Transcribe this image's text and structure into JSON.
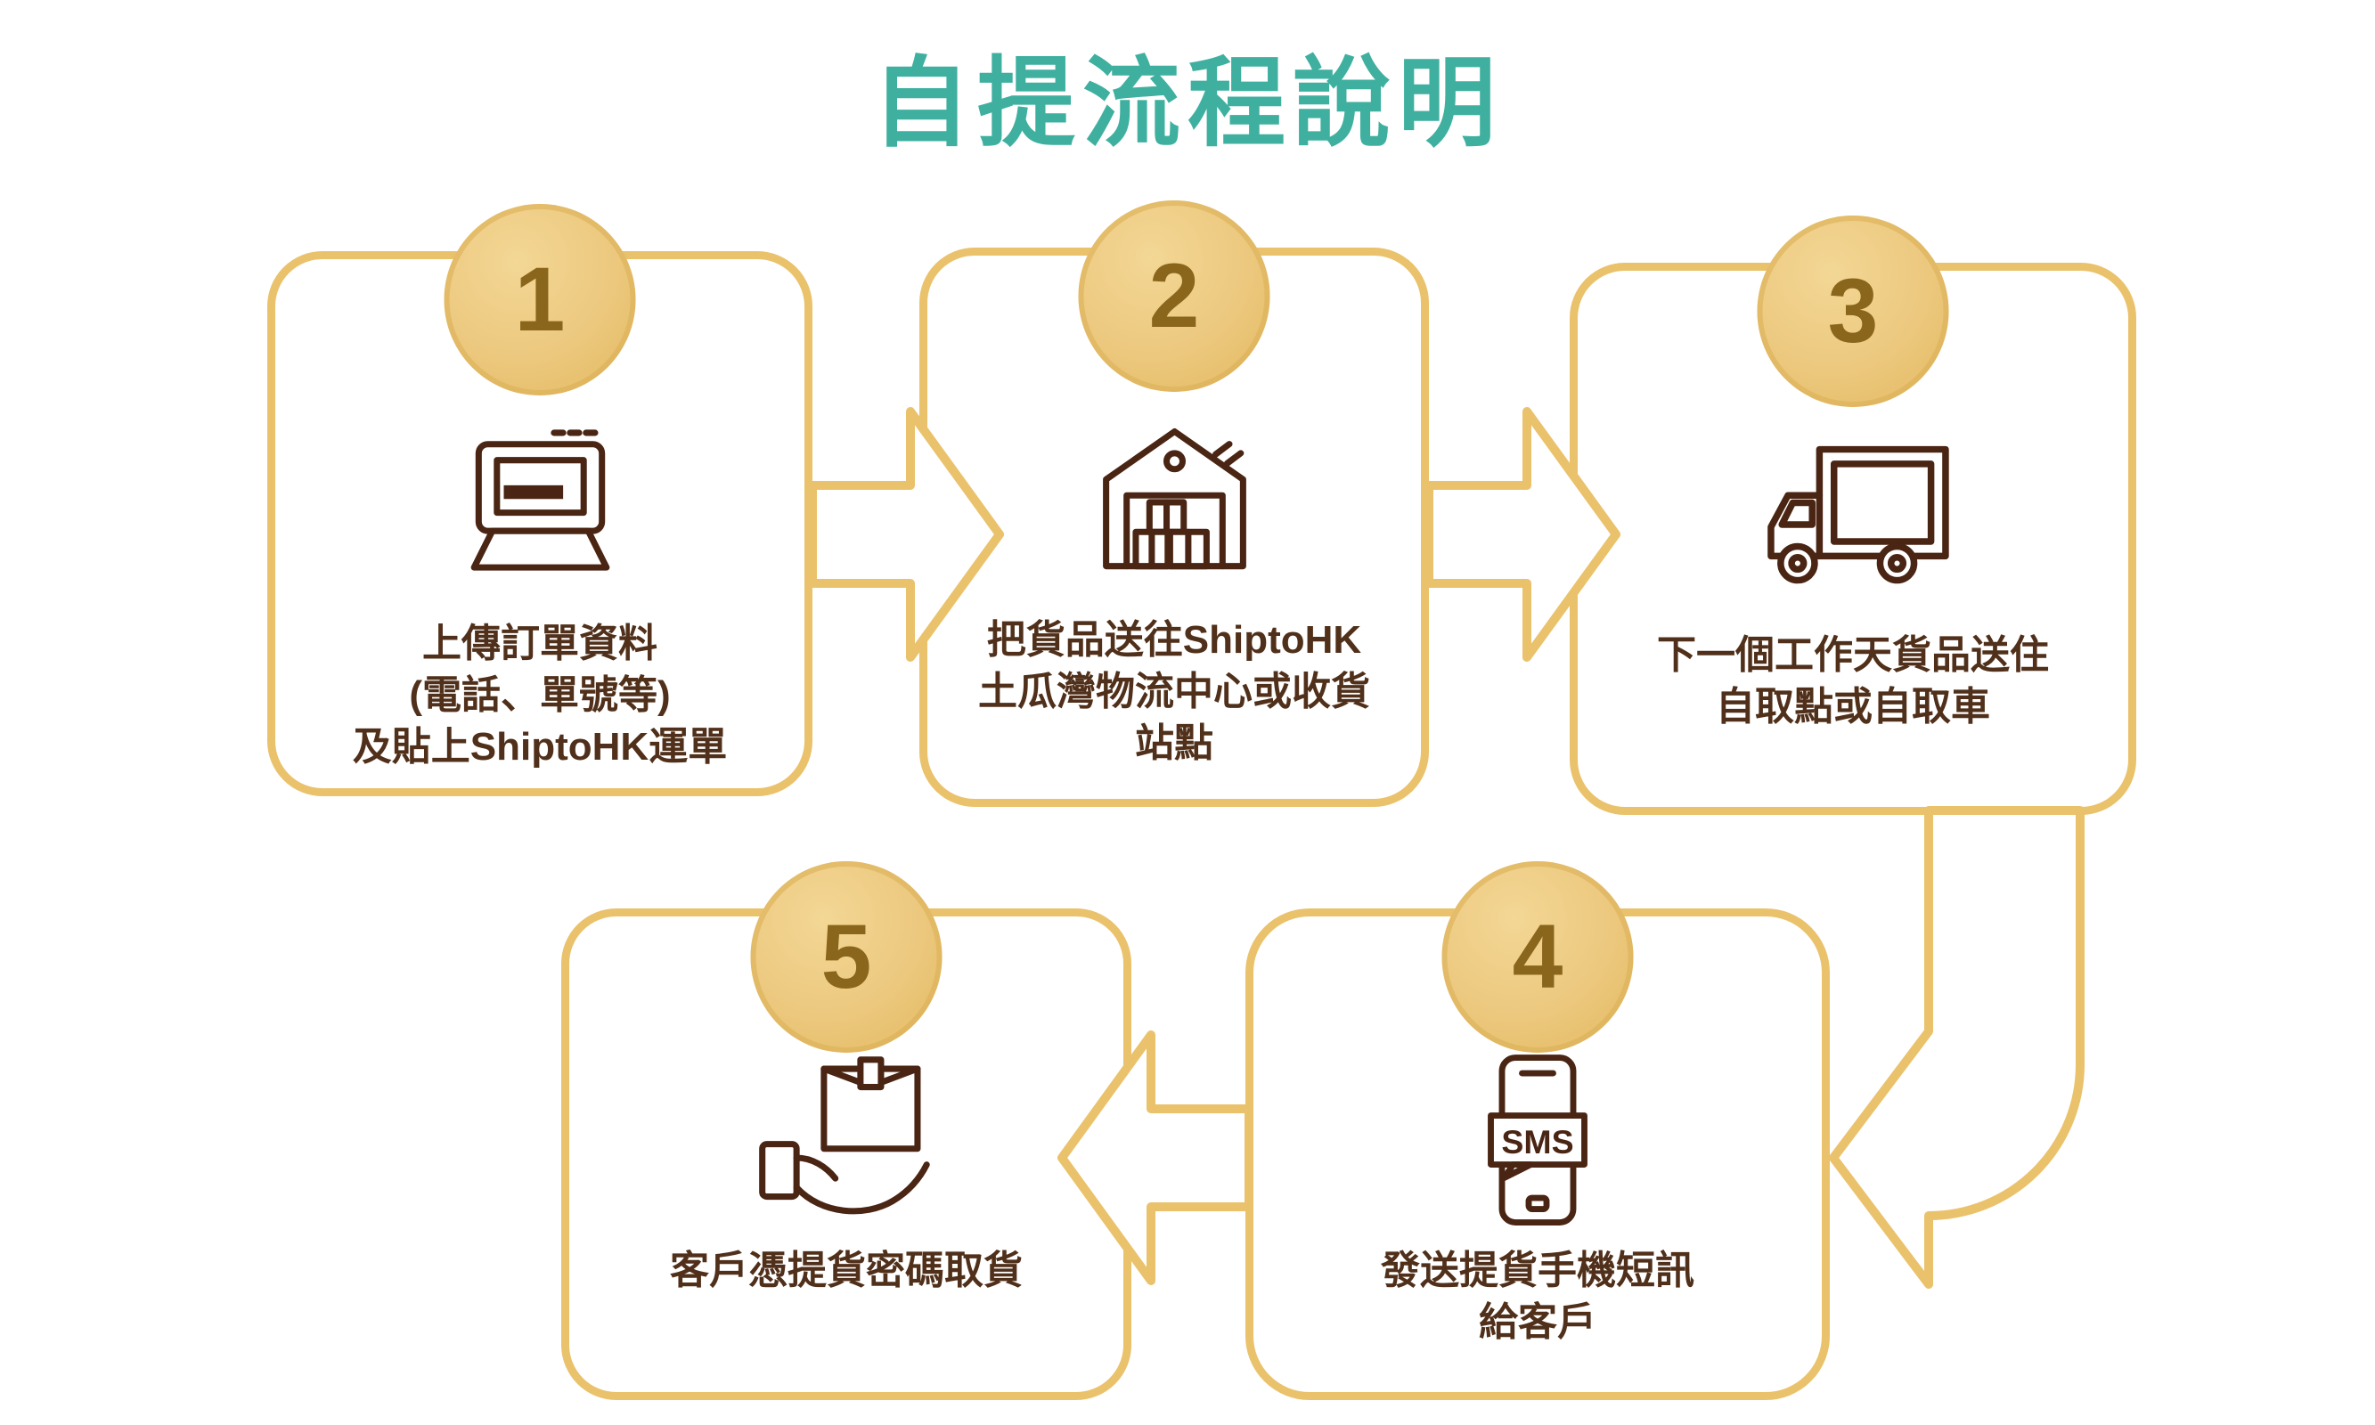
{
  "title": "自提流程說明",
  "sms_label": "SMS",
  "colors": {
    "title_teal": "#3fb0a0",
    "outline_gold": "#eac26c",
    "circle_fill": "#ecc87e",
    "number_brown": "#8a661c",
    "icon_brown": "#4a2513",
    "text_brown": "#50301a",
    "background": "#ffffff"
  },
  "steps": [
    {
      "number": "1",
      "icon": "label-printer-icon",
      "lines": [
        "上傳訂單資料",
        "(電話、單號等)",
        "及貼上ShiptoHK運單"
      ]
    },
    {
      "number": "2",
      "icon": "warehouse-icon",
      "lines": [
        "把貨品送往ShiptoHK",
        "土瓜灣物流中心或收貨",
        "站點"
      ]
    },
    {
      "number": "3",
      "icon": "delivery-truck-icon",
      "lines": [
        "下一個工作天貨品送住",
        "自取點或自取車"
      ]
    },
    {
      "number": "4",
      "icon": "sms-phone-icon",
      "lines": [
        "發送提貨手機短訊",
        "給客戶"
      ]
    },
    {
      "number": "5",
      "icon": "hand-box-icon",
      "lines": [
        "客戶憑提貨密碼取貨"
      ]
    }
  ]
}
